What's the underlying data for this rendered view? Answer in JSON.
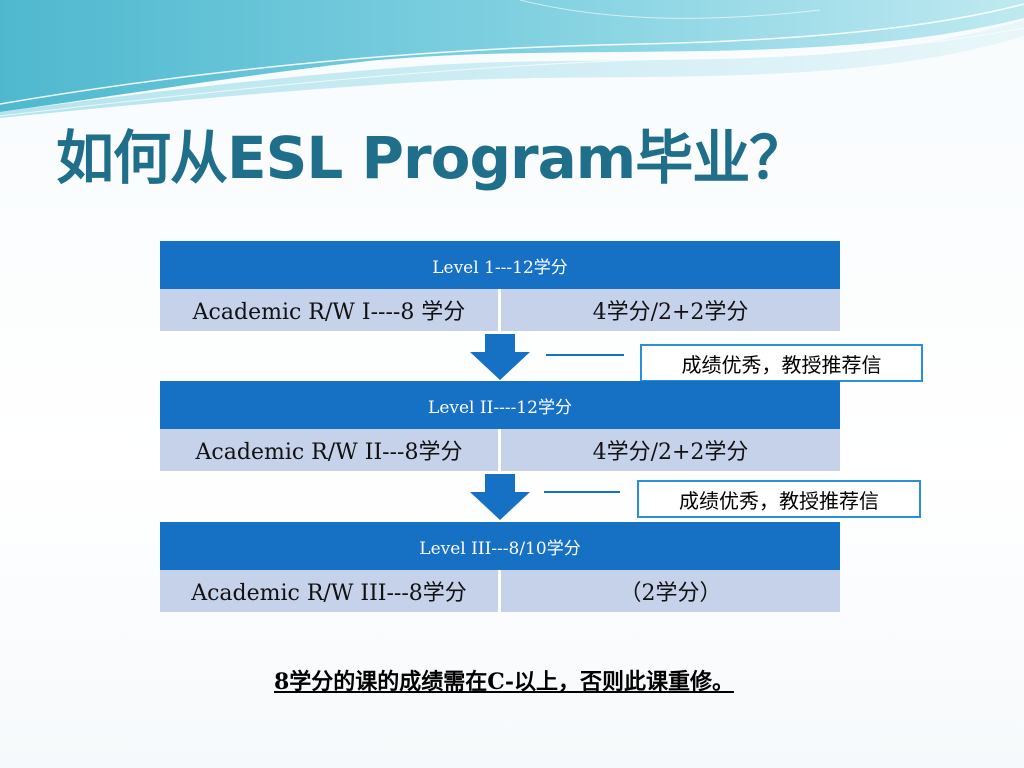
{
  "slide": {
    "title": "如何从ESL Program毕业？",
    "levels": [
      {
        "header": "Level 1---12学分",
        "course": "Academic R/W I----8 学分",
        "credits": "4学分/2+2学分"
      },
      {
        "header": "Level II----12学分",
        "course": "Academic  R/W II---8学分",
        "credits": "4学分/2+2学分"
      },
      {
        "header": "Level III---8/10学分",
        "course": "Academic R/W III---8学分",
        "credits": "（2学分）"
      }
    ],
    "callouts": [
      "成绩优秀，教授推荐信",
      "成绩优秀，教授推荐信"
    ],
    "note": "8学分的课的成绩需在C-以上，否则此课重修。"
  },
  "colors": {
    "title": "#1f6f8b",
    "header_fill": "#1671c4",
    "cell_fill": "#c5d2ea",
    "callout_border": "#2b8fd6"
  }
}
